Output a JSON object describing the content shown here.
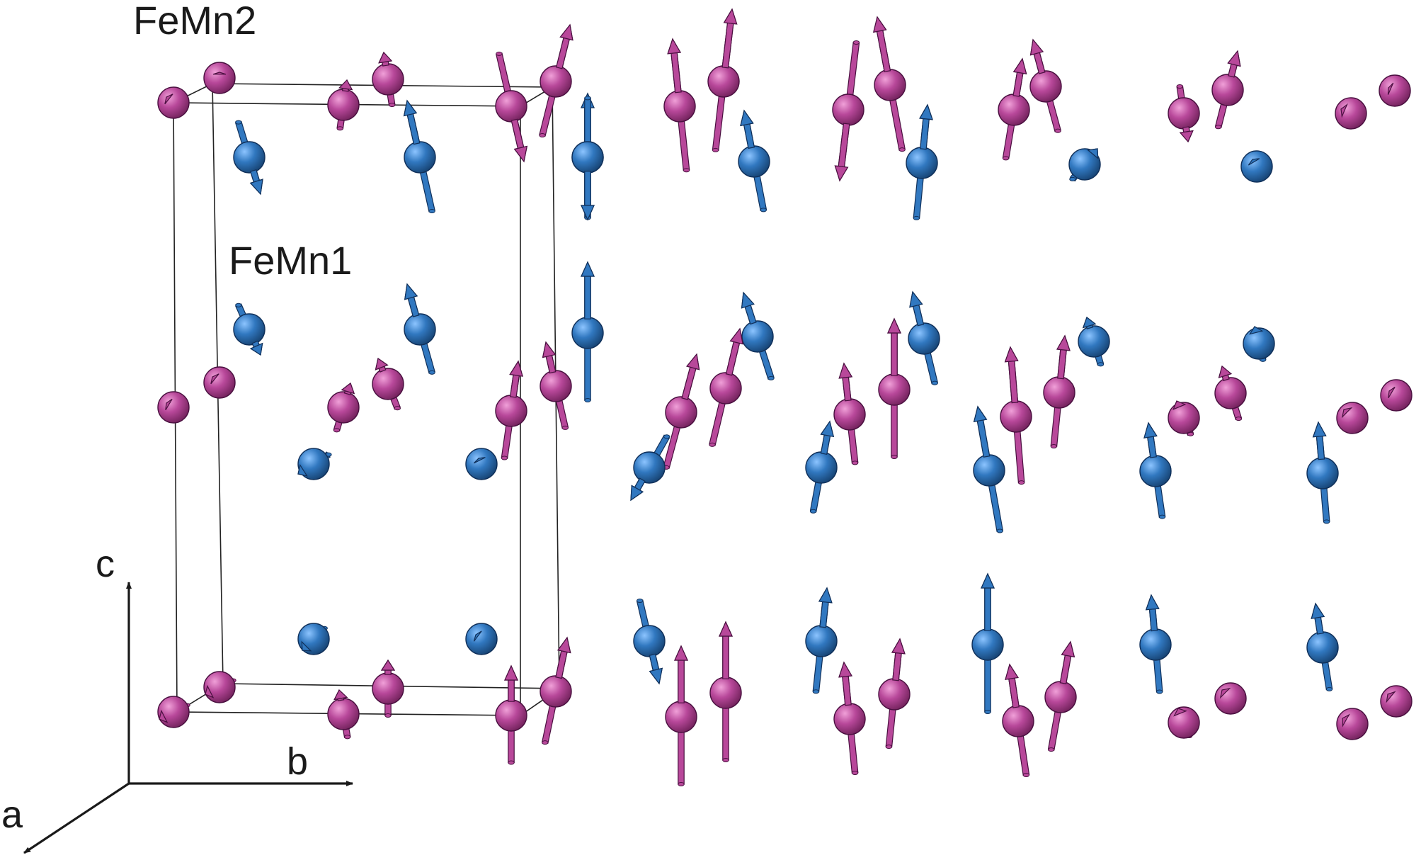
{
  "labels": {
    "femn2": "FeMn2",
    "femn1": "FeMn1",
    "axis_a": "a",
    "axis_b": "b",
    "axis_c": "c"
  },
  "colors": {
    "femn2_atom": "#a8428c",
    "femn1_atom": "#2e70b8",
    "cell_edge": "#222222",
    "axis": "#1a1a1a",
    "text": "#1a1a1a"
  },
  "atom_types": [
    "FeMn2",
    "FeMn1"
  ],
  "axes_shown": [
    "a",
    "b",
    "c"
  ]
}
